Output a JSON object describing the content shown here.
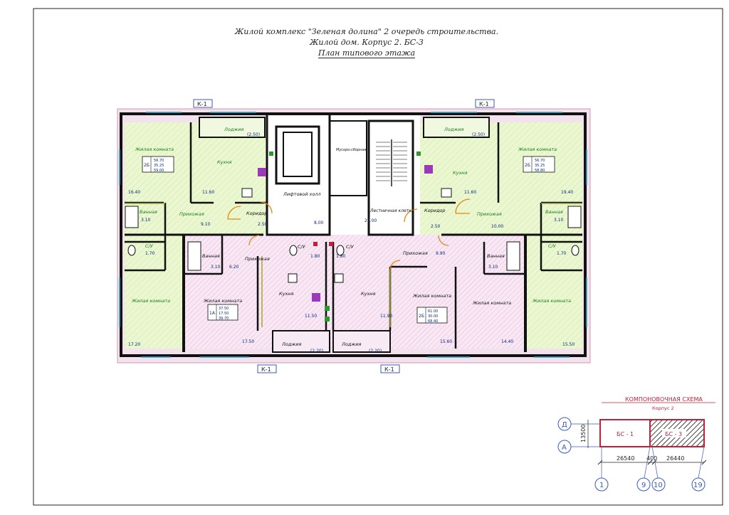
{
  "title": {
    "line1": "Жилой комплекс \"Зеленая долина\" 2 очередь строительства.",
    "line2": "Жилой дом. Корпус 2. БС-3",
    "line3": "План типового этажа"
  },
  "axis_marks": {
    "k1": "К-1"
  },
  "rooms": {
    "loggia": "Лоджия",
    "living_room": "Жилая комната",
    "kitchen": "Кухня",
    "hallway": "Прихожая",
    "corridor": "Коридор",
    "bathroom": "Ванная",
    "wc": "С/У",
    "elevator_hall": "Лифтовой холл",
    "stair": "Лестничная клетка",
    "trash": "Мусоро-сборная"
  },
  "areas": {
    "loggia_tl": "(2.50)",
    "loggia_tr": "(2.50)",
    "loggia_bl": "(2.20)",
    "loggia_br": "(2.20)",
    "room_tl": "16.40",
    "kitchen_tl": "11.60",
    "hall_tl": "9.10",
    "corr_tl": "2.50",
    "bath_tl": "3.10",
    "wc_tl": "1.70",
    "room_l2": "17.20",
    "elev": "8.00",
    "stair": "27.00",
    "room_tr": "19.40",
    "kitchen_tr": "11.60",
    "hall_tr": "10.00",
    "corr_tr": "2.50",
    "bath_tr": "3.10",
    "wc_tr": "1.70",
    "room_r2": "15.50",
    "bath_ml": "3.10",
    "hall_ml": "6.20",
    "wc_ml": "1.80",
    "kitchen_ml": "11.50",
    "room_ml": "17.50",
    "wc_mr": "1.80",
    "kitchen_mr": "11.90",
    "hall_mr": "9.90",
    "bath_mr": "3.10",
    "room_mr1": "15.60",
    "room_mr2": "14.40"
  },
  "apartments": {
    "a_tl": [
      "2Б",
      "56.70",
      "35.25",
      "59.00"
    ],
    "a_tr": [
      "2Б",
      "56.70",
      "35.25",
      "58.80"
    ],
    "a_ml": [
      "1А",
      "37.50",
      "17.50",
      "39.70"
    ],
    "a_mr": [
      "2Б",
      "61.00",
      "30.00",
      "68.40"
    ]
  },
  "scheme": {
    "title": "КОМПОНОВОЧНАЯ СХЕМА",
    "subtitle": "Корпус 2",
    "block1": "БС - 1",
    "block3": "БС - 3",
    "height_dim": "13500",
    "dims": [
      "26540",
      "400",
      "26440"
    ],
    "row_axes": [
      "Д",
      "А"
    ],
    "col_axes": [
      "1",
      "9",
      "10",
      "19"
    ]
  },
  "colors": {
    "wall": "#111111",
    "green_fill": "#eaf7d0",
    "pink_fill": "#f6dff0",
    "hatch_pink": "#e7a8d8",
    "label_green": "#1a7a1a",
    "window_cyan": "#2aa8c8",
    "door_orange": "#e08a10",
    "partition_olive": "#a8a830",
    "scheme_red": "#c0203a",
    "axis_blue": "#3a5ab8"
  }
}
